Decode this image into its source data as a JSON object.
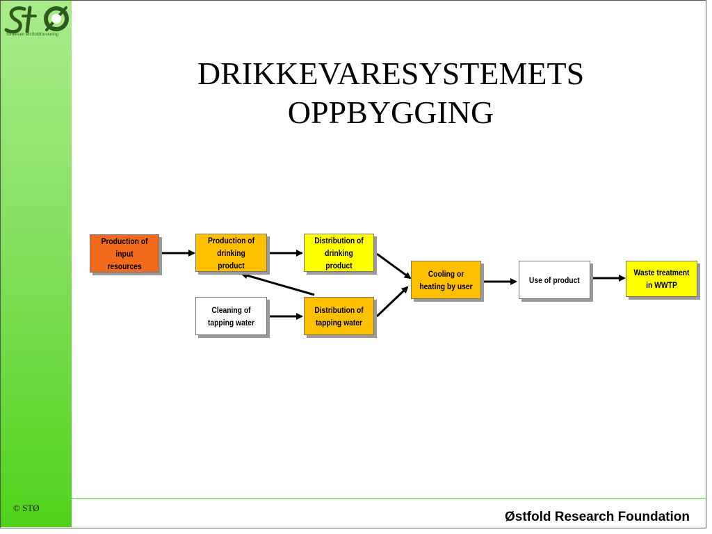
{
  "slide": {
    "title_line1": "DRIKKEVARESYSTEMETS",
    "title_line2": "OPPBYGGING",
    "logo_caption": "Stiftelsen Østfoldforskning",
    "copyright": "© STØ",
    "footer": "Østfold Research Foundation"
  },
  "colors": {
    "sidebar_top": "#a8ec8a",
    "sidebar_bottom": "#4fd21a",
    "orange_red": "#f26a1b",
    "amber": "#ffc000",
    "yellow": "#ffff00",
    "white": "#ffffff"
  },
  "diagram": {
    "boxes": {
      "input_resources": "Production of input resources",
      "drinking_product": "Production of drinking product",
      "distribution_drinking": "Distribution of drinking product",
      "cleaning_water": "Cleaning of tapping water",
      "distribution_water": "Distribution of tapping water",
      "cooling_heating": "Cooling or heating by user",
      "use_product": "Use of product",
      "waste_treatment": "Waste treatment in WWTP"
    }
  }
}
